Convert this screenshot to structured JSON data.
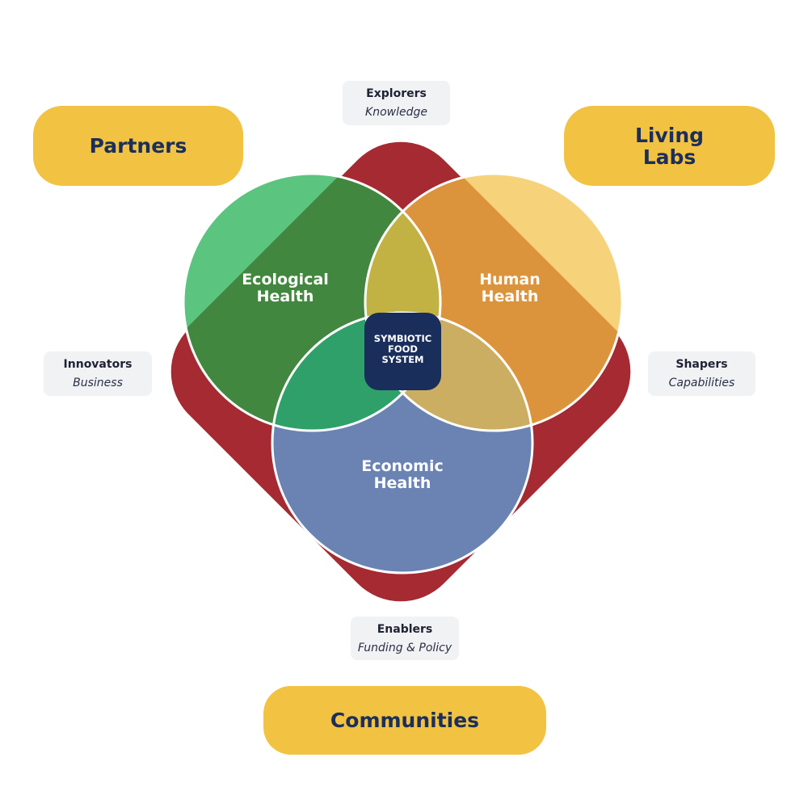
{
  "colors": {
    "frame": "#A52A32",
    "ecological_light": "#5BC47F",
    "ecological_dark": "#42873F",
    "human_light": "#F6D27A",
    "human_dark": "#DC943C",
    "economic": "#6A83B3",
    "eco_human_overlap": "#C2B244",
    "eco_econ_overlap": "#2FA06A",
    "human_econ_overlap": "#CBAE62",
    "core": "#1A2E5C",
    "pill": "#F2C242",
    "pill_text": "#1B2F5B",
    "tag_bg": "#F0F2F4",
    "outline": "#FFFFFF"
  },
  "stakeholder_pills": {
    "partners": "Partners",
    "living_labs": "Living\nLabs",
    "communities": "Communities"
  },
  "roles": {
    "explorers": {
      "role": "Explorers",
      "focus": "Knowledge"
    },
    "innovators": {
      "role": "Innovators",
      "focus": "Business"
    },
    "shapers": {
      "role": "Shapers",
      "focus": "Capabilities"
    },
    "enablers": {
      "role": "Enablers",
      "focus": "Funding & Policy"
    }
  },
  "circles": {
    "ecological": "Ecological\nHealth",
    "human": "Human\nHealth",
    "economic": "Economic\nHealth"
  },
  "core": "SYMBIOTIC\nFOOD\nSYSTEM"
}
